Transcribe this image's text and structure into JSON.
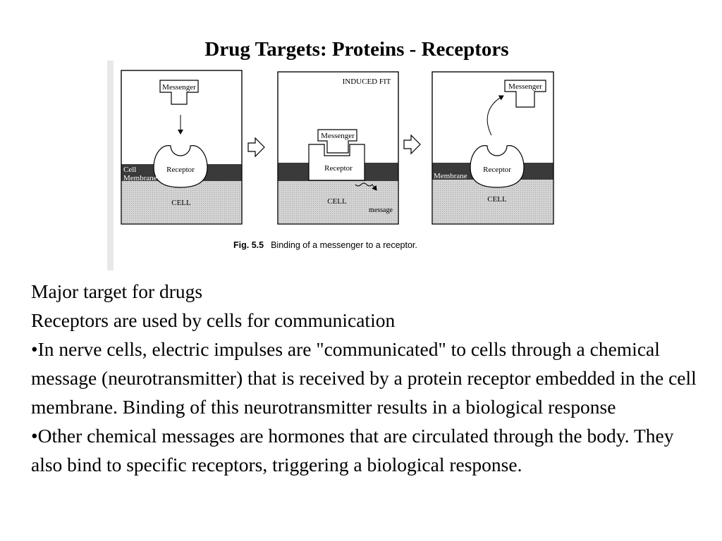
{
  "slide": {
    "title": "Drug Targets: Proteins - Receptors"
  },
  "figure": {
    "panel1": {
      "messenger": "Messenger",
      "receptor": "Receptor",
      "cell_membrane_1": "Cell",
      "cell_membrane_2": "Membrane",
      "cell": "CELL"
    },
    "panel2": {
      "header": "INDUCED FIT",
      "messenger": "Messenger",
      "receptor": "Receptor",
      "cell": "CELL",
      "message": "message"
    },
    "panel3": {
      "messenger": "Messenger",
      "receptor": "Receptor",
      "membrane": "Membrane",
      "cell": "CELL"
    },
    "caption_num": "Fig. 5.5",
    "caption_text": "Binding of a messenger to a receptor."
  },
  "body": {
    "line1": "Major target for drugs",
    "line2": "Receptors are used by cells for communication",
    "bullet1": "•In nerve cells, electric impulses are \"communicated\" to cells through a chemical message (neurotransmitter) that is received by a protein receptor embedded in the cell membrane.  Binding of this neurotransmitter results in a biological response",
    "bullet2": "•Other chemical messages are hormones that are circulated through the body.  They also bind to specific receptors, triggering a biological response."
  }
}
